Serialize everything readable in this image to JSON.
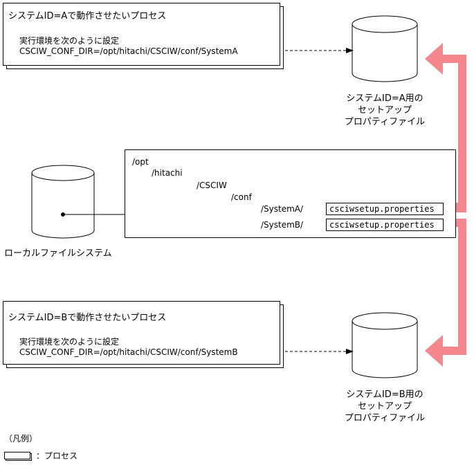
{
  "process_a": {
    "title": "システムID=Aで動作させたいプロセス",
    "line1": "実行環境を次のように設定",
    "line2": "CSCIW_CONF_DIR=/opt/hitachi/CSCIW/conf/SystemA"
  },
  "process_b": {
    "title": "システムID=Bで動作させたいプロセス",
    "line1": "実行環境を次のように設定",
    "line2": "CSCIW_CONF_DIR=/opt/hitachi/CSCIW/conf/SystemB"
  },
  "file_a_caption": [
    "システムID=A用の",
    "セットアップ",
    "プロパティファイル"
  ],
  "file_b_caption": [
    "システムID=B用の",
    "セットアップ",
    "プロパティファイル"
  ],
  "local_fs_caption": "ローカルファイルシステム",
  "tree": {
    "opt": "/opt",
    "hitachi": "/hitachi",
    "csciw": "/CSCIW",
    "conf": "/conf",
    "systemA": "/SystemA/",
    "systemB": "/SystemB/",
    "file_a": "csciwsetup.properties",
    "file_b": "csciwsetup.properties"
  },
  "legend": {
    "title": "（凡例）",
    "process_label": "：プロセス"
  },
  "colors": {
    "arrow_fill": "#f4888e",
    "line": "#000000"
  }
}
